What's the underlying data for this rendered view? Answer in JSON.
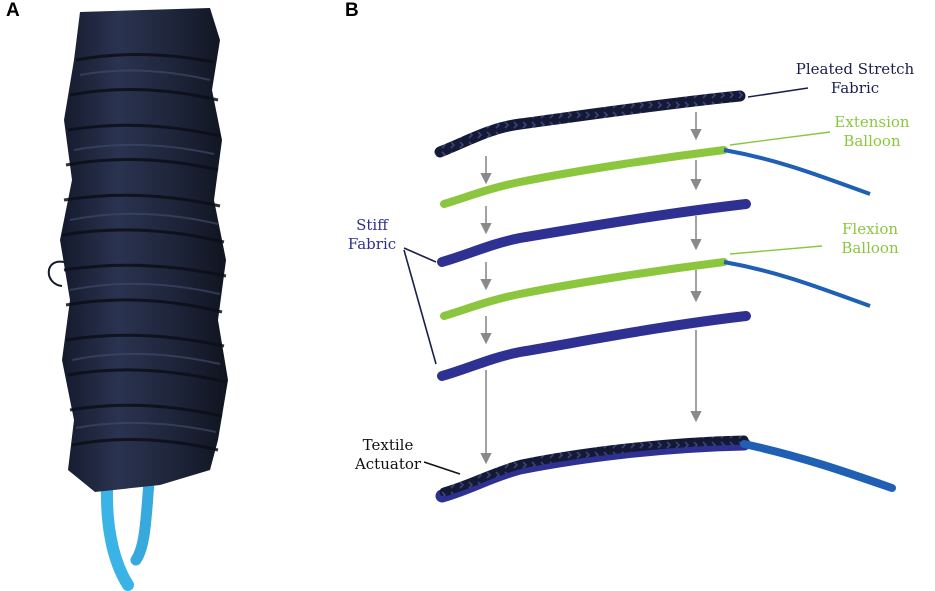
{
  "panels": {
    "a": "A",
    "b": "B"
  },
  "labels": {
    "pleated_stretch_fabric": [
      "Pleated Stretch",
      "Fabric"
    ],
    "extension_balloon": [
      "Extension",
      "Balloon"
    ],
    "flexion_balloon": [
      "Flexion",
      "Balloon"
    ],
    "stiff_fabric": [
      "Stiff",
      "Fabric"
    ],
    "textile_actuator": [
      "Textile",
      "Actuator"
    ]
  },
  "colors": {
    "pleated_fabric": "#1a1f4d",
    "balloon": "#8cc63f",
    "stiff_fabric": "#2e3192",
    "tube": "#1f5fb4",
    "arrow": "#8a8a8a",
    "photo_fabric": "#1e2538",
    "photo_tubes": "#3ab3e6"
  }
}
